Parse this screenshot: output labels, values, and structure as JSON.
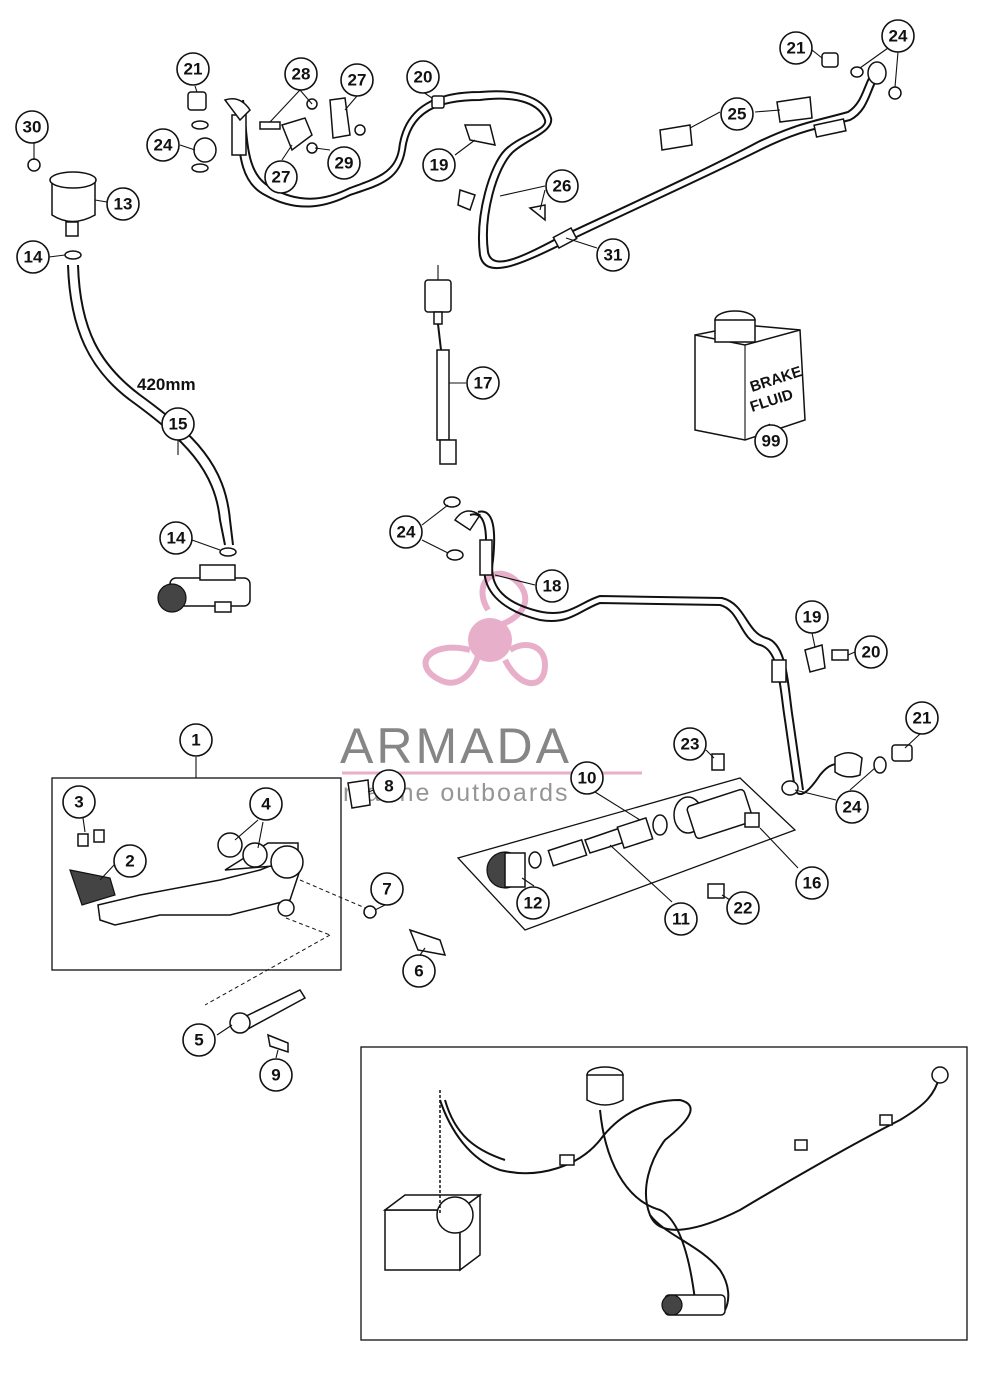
{
  "watermark": {
    "title": "ARMADA",
    "subtitle": "marine outboards",
    "accent_color": "#e6a7c6",
    "text_color": "#7a7a7a"
  },
  "dimension_label": "420mm",
  "bottle_label": {
    "line1": "BRAKE",
    "line2": "FLUID"
  },
  "callouts": [
    {
      "id": "c30",
      "label": "30"
    },
    {
      "id": "c13",
      "label": "13"
    },
    {
      "id": "c14a",
      "label": "14"
    },
    {
      "id": "c15",
      "label": "15"
    },
    {
      "id": "c14b",
      "label": "14"
    },
    {
      "id": "c21a",
      "label": "21"
    },
    {
      "id": "c24a",
      "label": "24"
    },
    {
      "id": "c28",
      "label": "28"
    },
    {
      "id": "c27a",
      "label": "27"
    },
    {
      "id": "c27b",
      "label": "27"
    },
    {
      "id": "c29",
      "label": "29"
    },
    {
      "id": "c20a",
      "label": "20"
    },
    {
      "id": "c19a",
      "label": "19"
    },
    {
      "id": "c26",
      "label": "26"
    },
    {
      "id": "c31",
      "label": "31"
    },
    {
      "id": "c25",
      "label": "25"
    },
    {
      "id": "c21b",
      "label": "21"
    },
    {
      "id": "c24b",
      "label": "24"
    },
    {
      "id": "c17",
      "label": "17"
    },
    {
      "id": "c99",
      "label": "99"
    },
    {
      "id": "c24c",
      "label": "24"
    },
    {
      "id": "c18",
      "label": "18"
    },
    {
      "id": "c19b",
      "label": "19"
    },
    {
      "id": "c20b",
      "label": "20"
    },
    {
      "id": "c21c",
      "label": "21"
    },
    {
      "id": "c23",
      "label": "23"
    },
    {
      "id": "c24d",
      "label": "24"
    },
    {
      "id": "c10",
      "label": "10"
    },
    {
      "id": "c16",
      "label": "16"
    },
    {
      "id": "c12",
      "label": "12"
    },
    {
      "id": "c11",
      "label": "11"
    },
    {
      "id": "c22",
      "label": "22"
    },
    {
      "id": "c1",
      "label": "1"
    },
    {
      "id": "c3",
      "label": "3"
    },
    {
      "id": "c2",
      "label": "2"
    },
    {
      "id": "c4",
      "label": "4"
    },
    {
      "id": "c8",
      "label": "8"
    },
    {
      "id": "c7",
      "label": "7"
    },
    {
      "id": "c6",
      "label": "6"
    },
    {
      "id": "c5",
      "label": "5"
    },
    {
      "id": "c9",
      "label": "9"
    }
  ]
}
